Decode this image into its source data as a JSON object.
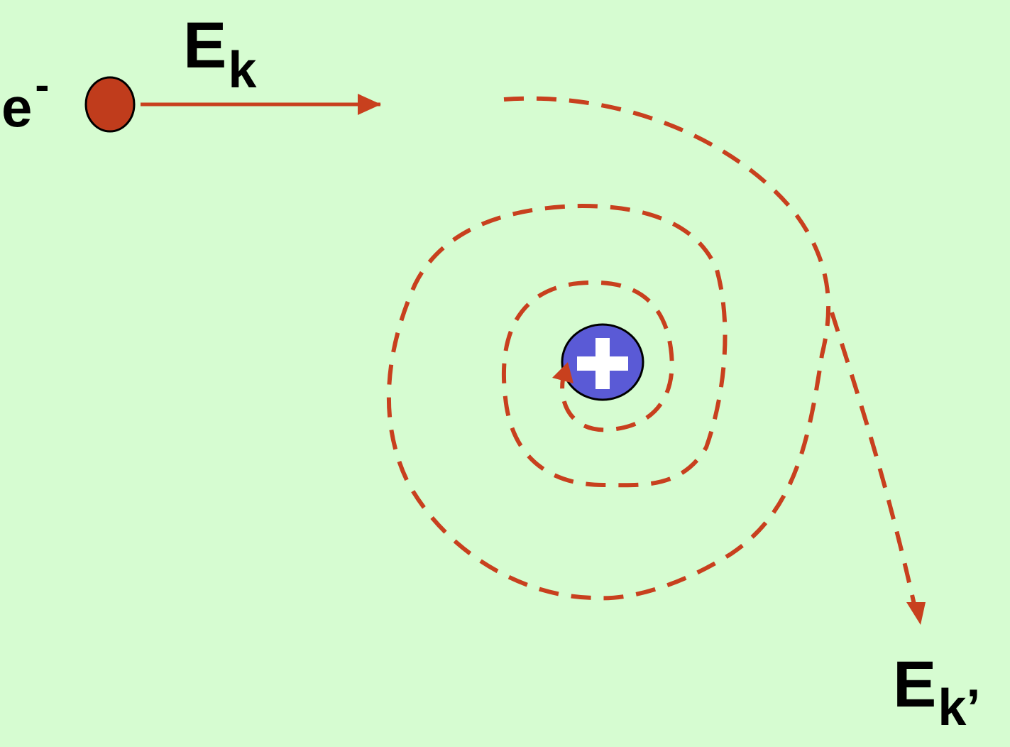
{
  "labels": {
    "electron_symbol": "e",
    "electron_charge": "-",
    "initial_energy_main": "E",
    "initial_energy_sub": "k",
    "final_energy_main": "E",
    "final_energy_sub": "k’",
    "nucleus_symbol": "+"
  },
  "colors": {
    "background": "#d6fcd1",
    "electron_fill": "#c03c1c",
    "trajectory": "#c8401e",
    "nucleus_fill": "#5a5ad6",
    "nucleus_symbol": "#ffffff",
    "text": "#000000"
  }
}
